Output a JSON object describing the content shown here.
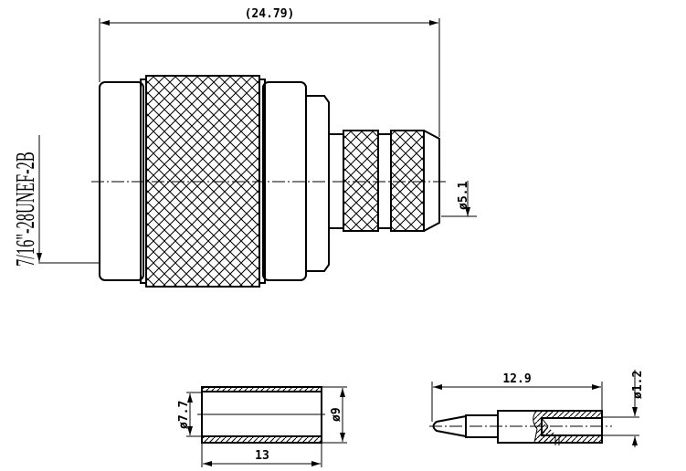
{
  "drawing": {
    "overall_length": "(24.79)",
    "thread_spec": "7/16\"-28UNEF-2B",
    "cable_diameter": "ø5.1",
    "ferrule": {
      "inner_diameter": "ø7.7",
      "outer_diameter": "ø9",
      "length": "13"
    },
    "pin": {
      "length": "12.9",
      "hole_diameter": "ø1.2"
    }
  }
}
